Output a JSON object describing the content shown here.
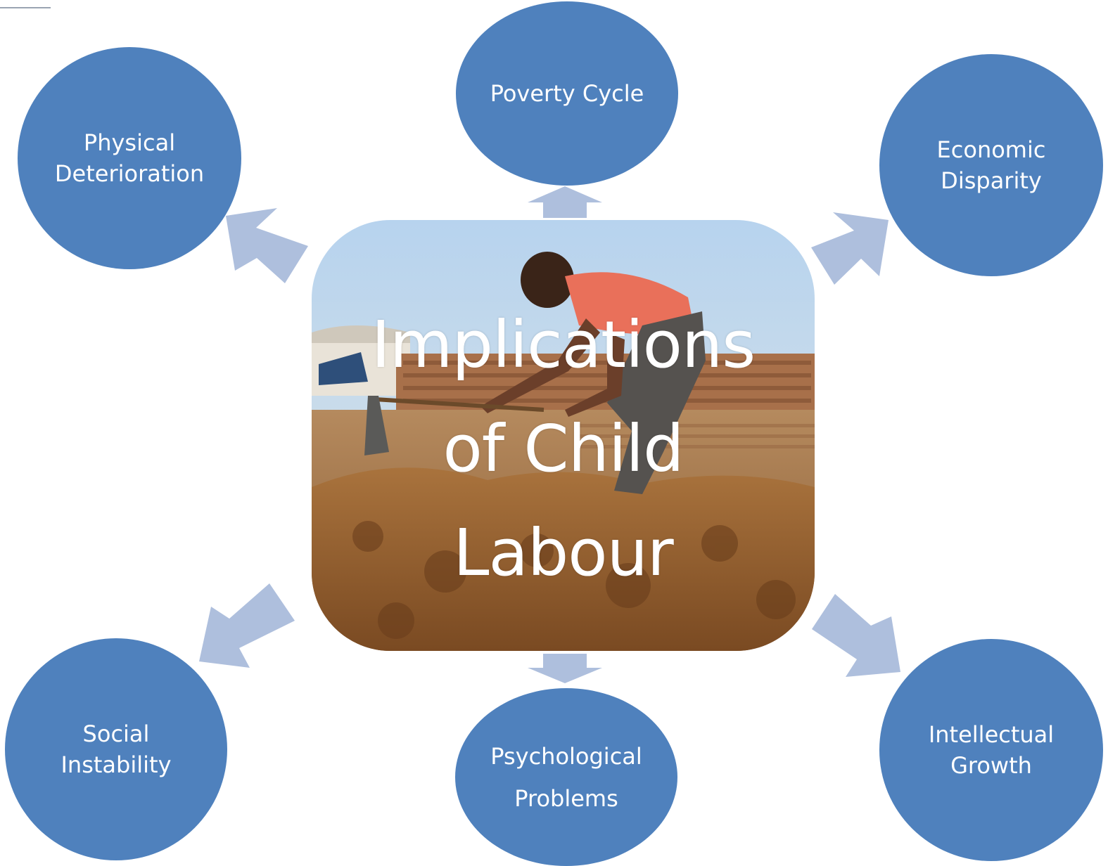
{
  "diagram": {
    "center": {
      "title_lines": [
        "Implications",
        "of Child",
        "Labour"
      ]
    },
    "nodes": {
      "poverty": [
        "Poverty Cycle"
      ],
      "physical": [
        "Physical",
        "Deterioration"
      ],
      "economic": [
        "Economic",
        "Disparity"
      ],
      "social": [
        "Social",
        "Instability"
      ],
      "psychological": [
        "Psychological",
        "Problems"
      ],
      "intellectual": [
        "Intellectual",
        "Growth"
      ]
    },
    "colors": {
      "node_fill": "#4f81bd",
      "arrow_fill": "#aebfdd",
      "text": "#ffffff"
    }
  }
}
